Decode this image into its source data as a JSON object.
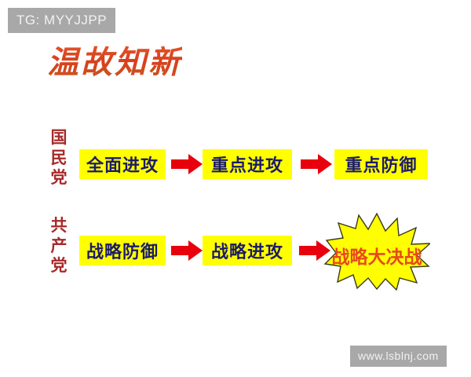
{
  "slide": {
    "title": "温故知新",
    "background_color": "#ffffff"
  },
  "watermarks": {
    "top_left": "TG: MYYJJPP",
    "bottom_right": "www.lsblnj.com"
  },
  "colors": {
    "title_text": "#d8401c",
    "box_background": "#ffff00",
    "box_text": "#1b1b6b",
    "arrow": "#e8000d",
    "party_label": "#a62a2a",
    "star_fill": "#ffff00",
    "star_outline": "#3a3a1a",
    "star_text": "#e8481c",
    "watermark_background": "#a8a8a8",
    "watermark_text": "#f2f2f2"
  },
  "rows": [
    {
      "party_label": "国民党",
      "party_label_chars": [
        "国",
        "民",
        "党"
      ],
      "stages": [
        {
          "label": "全面进攻",
          "shape": "box"
        },
        {
          "label": "重点进攻",
          "shape": "box"
        },
        {
          "label": "重点防御",
          "shape": "box"
        }
      ],
      "connectors": [
        "arrow-right",
        "arrow-right"
      ]
    },
    {
      "party_label": "共产党",
      "party_label_chars": [
        "共",
        "产",
        "党"
      ],
      "stages": [
        {
          "label": "战略防御",
          "shape": "box"
        },
        {
          "label": "战略进攻",
          "shape": "box"
        },
        {
          "label": "战略大决战",
          "shape": "starburst"
        }
      ],
      "connectors": [
        "arrow-right",
        "arrow-right"
      ]
    }
  ]
}
